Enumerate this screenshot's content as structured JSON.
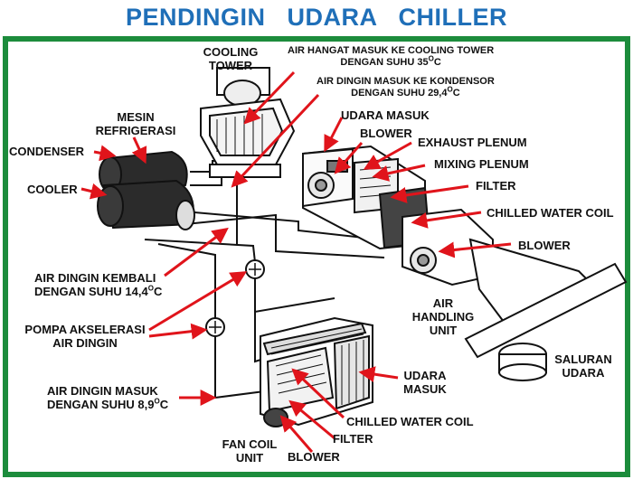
{
  "title": "PENDINGIN   UDARA   CHILLER",
  "colors": {
    "title": "#1f6fb8",
    "frame": "#1c8c3c",
    "arrow": "#e0141b",
    "line": "#111111"
  },
  "labels": {
    "cooling_tower": [
      "COOLING",
      "TOWER"
    ],
    "air_hangat": {
      "line1": "AIR HANGAT MASUK KE COOLING TOWER",
      "line2_pre": "DENGAN SUHU 35",
      "line2_sup": "O",
      "line2_post": "C"
    },
    "air_dingin_kondensor": {
      "line1": "AIR DINGIN MASUK KE KONDENSOR",
      "line2_pre": "DENGAN SUHU 29,4",
      "line2_sup": "O",
      "line2_post": "C"
    },
    "mesin_refrigerasi": [
      "MESIN",
      "REFRIGERASI"
    ],
    "udara_masuk_top": "UDARA MASUK",
    "blower_top": "BLOWER",
    "exhaust_plenum": "EXHAUST PLENUM",
    "condenser": "CONDENSER",
    "mixing_plenum": "MIXING PLENUM",
    "cooler": "COOLER",
    "filter_top": "FILTER",
    "chilled_water_coil_top": "CHILLED WATER COIL",
    "blower_right": "BLOWER",
    "air_dingin_kembali": {
      "line1": "AIR DINGIN KEMBALI",
      "line2_pre": "DENGAN SUHU 14,4",
      "line2_sup": "O",
      "line2_post": "C"
    },
    "air_handling_unit": [
      "AIR",
      "HANDLING",
      "UNIT"
    ],
    "pompa": [
      "POMPA AKSELERASI",
      "AIR DINGIN"
    ],
    "saluran_udara": [
      "SALURAN",
      "UDARA"
    ],
    "udara_masuk_bottom": [
      "UDARA",
      "MASUK"
    ],
    "air_dingin_masuk": {
      "line1": "AIR DINGIN MASUK",
      "line2_pre": "DENGAN SUHU 8,9",
      "line2_sup": "O",
      "line2_post": "C"
    },
    "chilled_water_coil_bottom": "CHILLED WATER COIL",
    "filter_bottom": "FILTER",
    "fan_coil_unit": [
      "FAN COIL",
      "UNIT"
    ],
    "blower_bottom": "BLOWER"
  }
}
